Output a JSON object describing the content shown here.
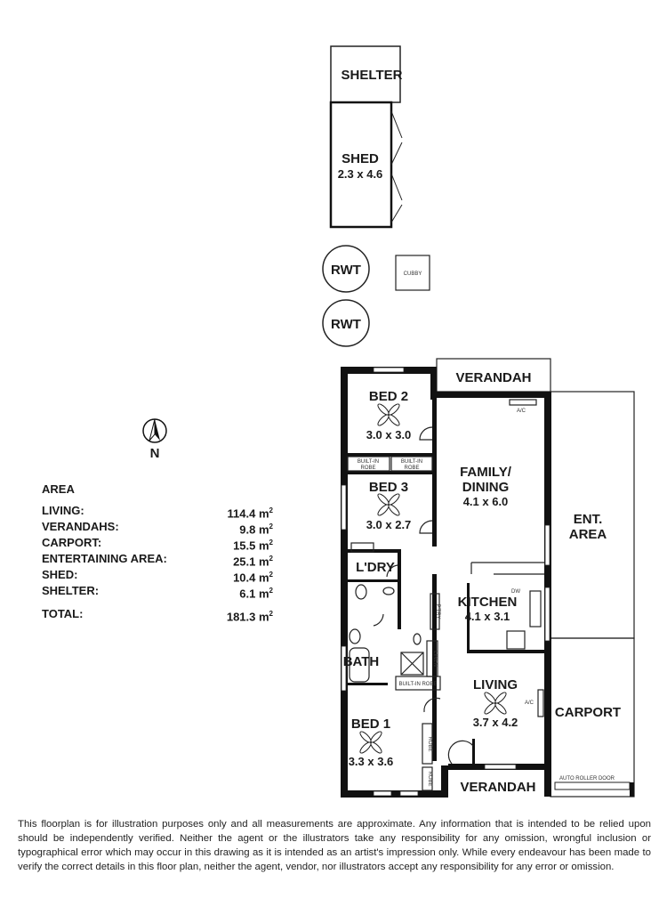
{
  "outbuildings": {
    "shelter": "SHELTER",
    "shed": "SHED",
    "shed_dims": "2.3 x 4.6",
    "rwt_1": "RWT",
    "rwt_2": "RWT",
    "cubby": "CUBBY"
  },
  "rooms": {
    "verandah_top": "VERANDAH",
    "bed2": "BED 2",
    "bed2_dims": "3.0 x 3.0",
    "robe_a": [
      "BUILT-IN",
      "ROBE"
    ],
    "robe_b": [
      "BUILT-IN",
      "ROBE"
    ],
    "bed3": "BED 3",
    "bed3_dims": "3.0 x 2.7",
    "family": [
      "FAMILY/",
      "DINING"
    ],
    "family_dims": "4.1 x 6.0",
    "ac_1": "A/C",
    "ent_area": [
      "ENT.",
      "AREA"
    ],
    "laundry": "L'DRY",
    "kitchen": "KITCHEN",
    "kitchen_dims": "4.1 x 3.1",
    "dw": "DW",
    "pantry": "P'TRY",
    "linen": "LINEN",
    "bath": "BATH",
    "robe_c": "BUILT-IN ROBE",
    "living": "LIVING",
    "living_dims": "3.7 x 4.2",
    "ac_2": "A/C",
    "carport": "CARPORT",
    "bed1": "BED 1",
    "bed1_dims": "3.3 x 3.6",
    "robe_d": "ROBE",
    "robe_e": "ROBE",
    "verandah_bottom": "VERANDAH",
    "roller_door": "AUTO ROLLER DOOR"
  },
  "north": "N",
  "area": {
    "heading": "AREA",
    "rows": [
      {
        "label": "LIVING:",
        "value": "114.4 m",
        "unit": "2"
      },
      {
        "label": "VERANDAHS:",
        "value": "9.8 m",
        "unit": "2"
      },
      {
        "label": "CARPORT:",
        "value": "15.5 m",
        "unit": "2"
      },
      {
        "label": "ENTERTAINING AREA:",
        "value": "25.1 m",
        "unit": "2"
      },
      {
        "label": "SHED:",
        "value": "10.4 m",
        "unit": "2"
      },
      {
        "label": "SHELTER:",
        "value": "6.1 m",
        "unit": "2"
      }
    ],
    "total": {
      "label": "TOTAL:",
      "value": "181.3 m",
      "unit": "2"
    }
  },
  "disclaimer": "This floorplan is for illustration purposes only and all measurements are approximate. Any information that is intended to be relied upon should be independently verified. Neither the agent or the illustrators take any responsibility for any omission, wrongful inclusion or typographical error which may occur in this drawing as it is intended as an artist's impression only. While every endeavour has been made to verify the correct details in this floor plan, neither the agent, vendor, nor illustrators accept any responsibility for any error or omission."
}
